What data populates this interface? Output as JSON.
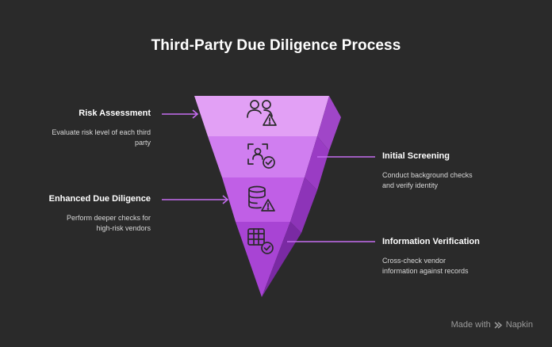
{
  "title": "Third-Party Due Diligence Process",
  "stages": [
    {
      "title": "Risk Assessment",
      "desc_lines": [
        "Evaluate risk level of each third",
        "party"
      ],
      "icon": "users-warning-icon"
    },
    {
      "title": "Initial Screening",
      "desc_lines": [
        "Conduct background checks",
        "and verify identity"
      ],
      "icon": "id-scan-check-icon"
    },
    {
      "title": "Enhanced Due Diligence",
      "desc_lines": [
        "Perform deeper checks for",
        "high-risk vendors"
      ],
      "icon": "database-warning-icon"
    },
    {
      "title": "Information Verification",
      "desc_lines": [
        "Cross-check vendor",
        "information against records"
      ],
      "icon": "table-check-icon"
    }
  ],
  "colors": {
    "background": "#2a2a2a",
    "accent": "#c56cf0",
    "tier1": "#e2a0f5",
    "tier2": "#d07ef0",
    "tier3": "#c05fe6",
    "tier4": "#a844d4"
  },
  "watermark": {
    "prefix": "Made with",
    "brand": "Napkin"
  }
}
